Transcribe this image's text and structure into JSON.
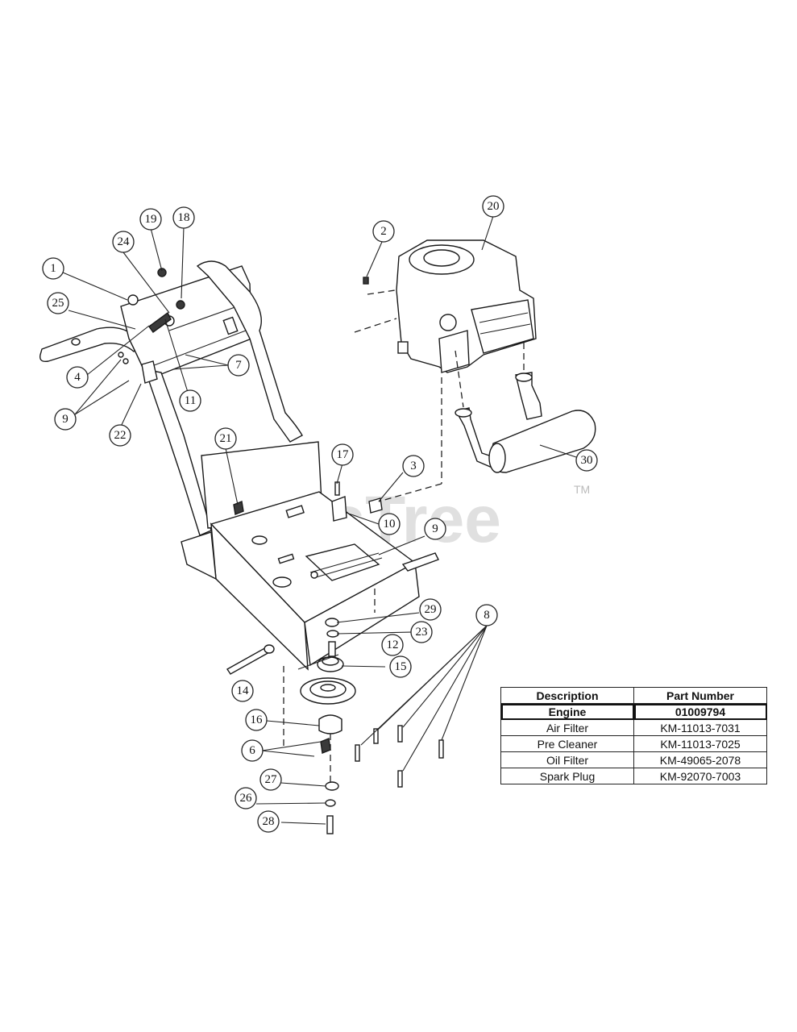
{
  "watermark": {
    "text": "PartsTree",
    "trademark": "TM"
  },
  "callouts": [
    "1",
    "2",
    "3",
    "4",
    "6",
    "7",
    "8",
    "9",
    "9",
    "10",
    "11",
    "12",
    "14",
    "15",
    "16",
    "17",
    "18",
    "19",
    "20",
    "21",
    "22",
    "23",
    "24",
    "25",
    "26",
    "27",
    "28",
    "29",
    "30"
  ],
  "table": {
    "headers": [
      "Description",
      "Part Number"
    ],
    "rows": [
      {
        "description": "Engine",
        "part_number": "01009794",
        "highlighted": true
      },
      {
        "description": "Air Filter",
        "part_number": "KM-11013-7031",
        "highlighted": false
      },
      {
        "description": "Pre Cleaner",
        "part_number": "KM-11013-7025",
        "highlighted": false
      },
      {
        "description": "Oil Filter",
        "part_number": "KM-49065-2078",
        "highlighted": false
      },
      {
        "description": "Spark Plug",
        "part_number": "KM-92070-7003",
        "highlighted": false
      }
    ]
  }
}
